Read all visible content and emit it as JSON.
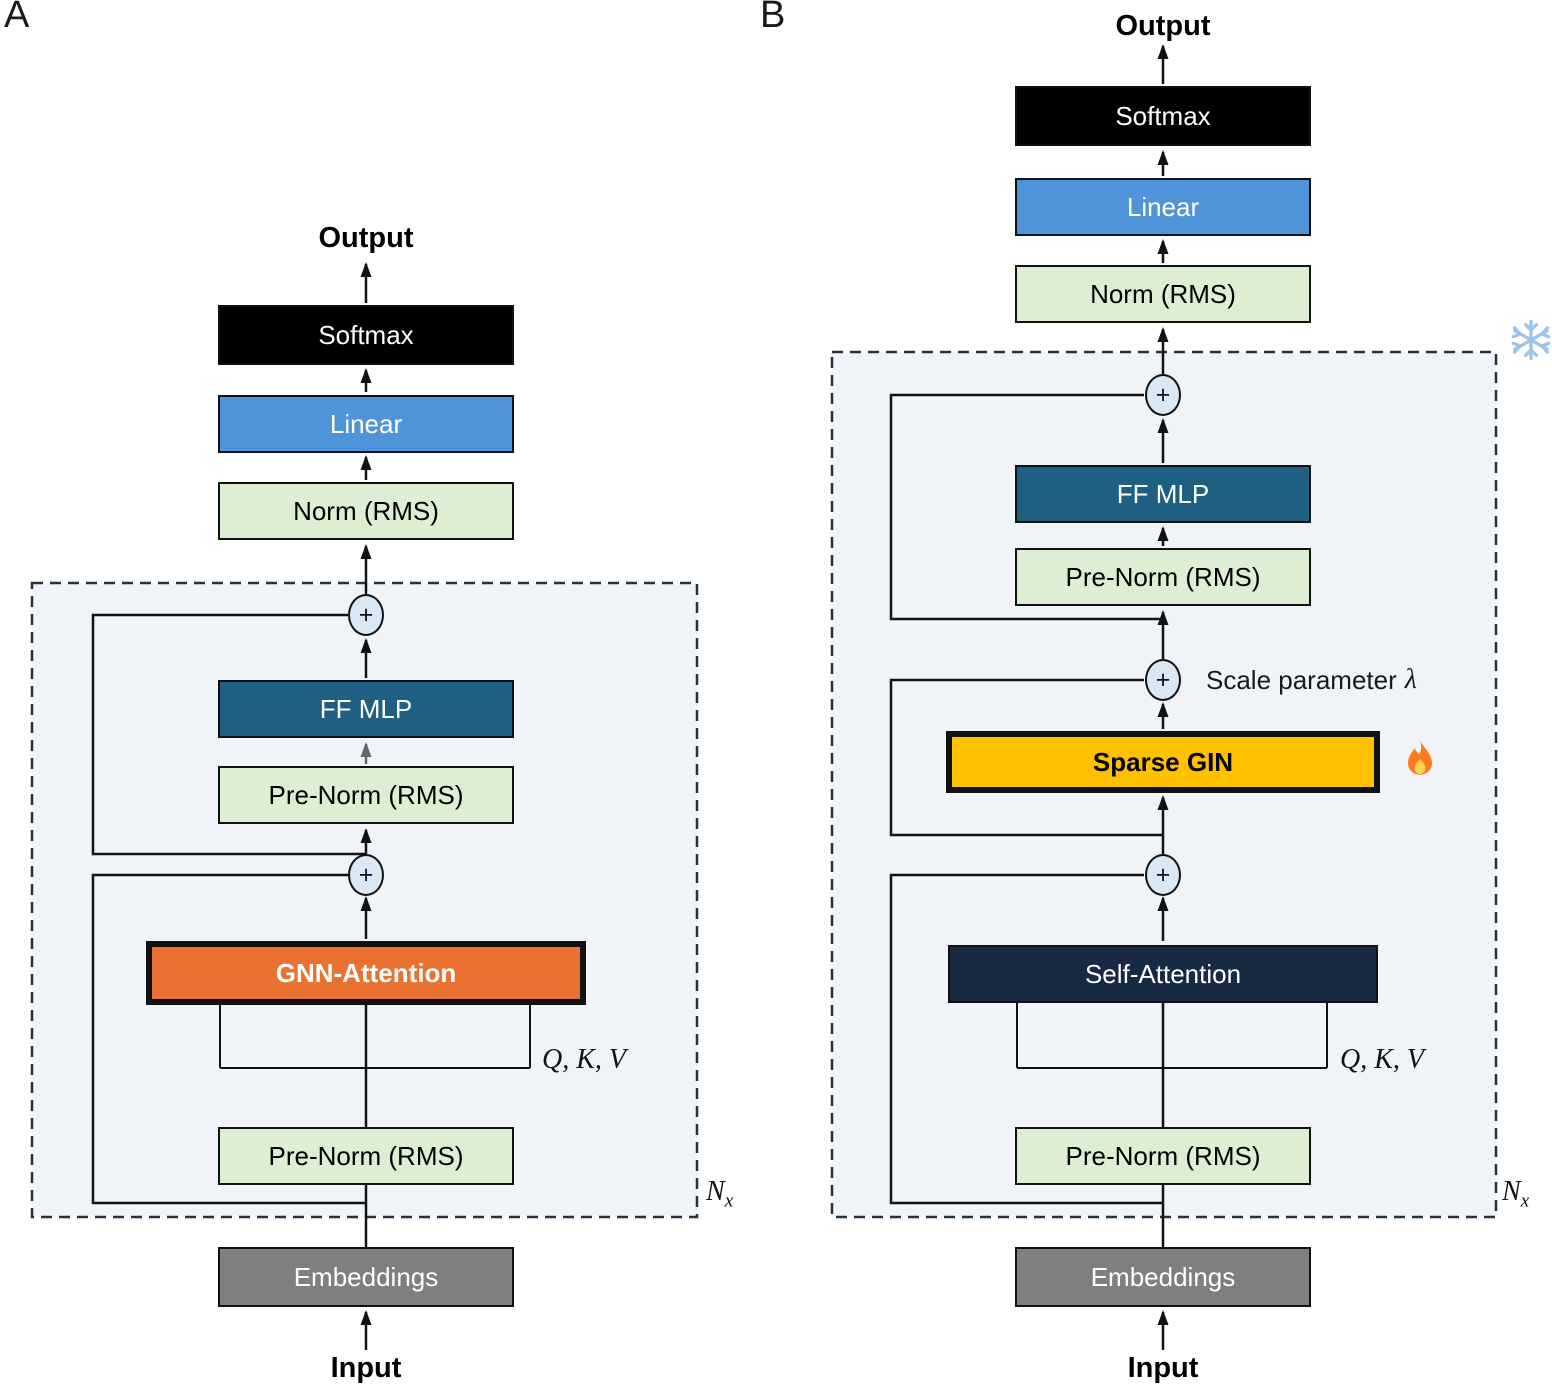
{
  "colors": {
    "softmax_bg": "#000000",
    "softmax_text": "#ffffff",
    "linear_bg": "#4F94D8",
    "linear_text": "#ffffff",
    "norm_bg": "#DCEFD2",
    "norm_text": "#000000",
    "ff_mlp_bg": "#1F5F82",
    "ff_mlp_text": "#ffffff",
    "gnn_attention_bg": "#E97132",
    "gnn_attention_text": "#ffffff",
    "sparse_gin_bg": "#FFC000",
    "sparse_gin_text": "#000000",
    "self_attention_bg": "#182A42",
    "self_attention_text": "#ffffff",
    "embeddings_bg": "#7F7F7F",
    "embeddings_text": "#ffffff",
    "dashed_region_fill": "#F0F4F9",
    "dashed_region_border": "#22323F",
    "plus_circle_fill": "#DAE7F5"
  },
  "panelA": {
    "label": "A",
    "output": "Output",
    "softmax": "Softmax",
    "linear": "Linear",
    "norm": "Norm (RMS)",
    "plus": "+",
    "ff_mlp": "FF MLP",
    "pre_norm_ff": "Pre-Norm (RMS)",
    "attention": "GNN-Attention",
    "qkv": "Q, K, V",
    "pre_norm_attn": "Pre-Norm (RMS)",
    "repeat": "N",
    "repeat_sub": "x",
    "embeddings": "Embeddings",
    "input": "Input"
  },
  "panelB": {
    "label": "B",
    "output": "Output",
    "softmax": "Softmax",
    "linear": "Linear",
    "norm": "Norm (RMS)",
    "plus": "+",
    "ff_mlp": "FF MLP",
    "pre_norm_ff": "Pre-Norm (RMS)",
    "scale_label": "Scale parameter",
    "lambda": "λ",
    "gin": "Sparse GIN",
    "attention": "Self-Attention",
    "qkv": "Q, K, V",
    "pre_norm_attn": "Pre-Norm (RMS)",
    "repeat": "N",
    "repeat_sub": "x",
    "embeddings": "Embeddings",
    "input": "Input",
    "frozen_icon": "❄️",
    "trainable_icon": "🔥"
  }
}
